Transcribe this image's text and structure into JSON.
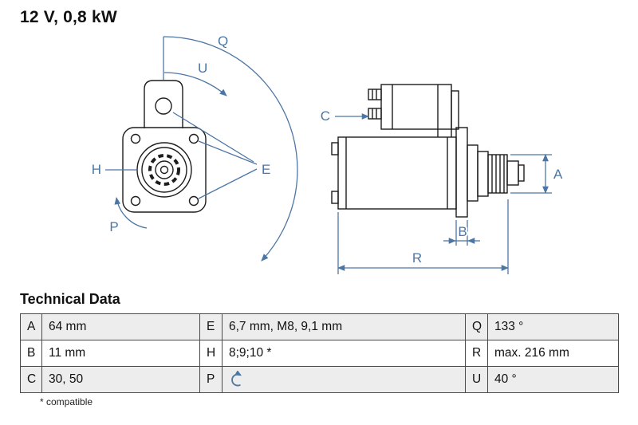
{
  "title": "12 V, 0,8 kW",
  "colors": {
    "annotation_blue": "#4d76a4",
    "drawing_black": "#1d1d1d",
    "table_row_alt": "#ededed",
    "table_border": "#4a4a4a"
  },
  "drawing": {
    "labels": {
      "q": "Q",
      "u": "U",
      "e": "E",
      "h": "H",
      "p": "P",
      "c": "C",
      "a": "A",
      "b": "B",
      "r": "R"
    }
  },
  "table": {
    "heading": "Technical Data",
    "rows": [
      {
        "l1": "A",
        "v1": "64 mm",
        "l2": "E",
        "v2": "6,7 mm, M8, 9,1 mm",
        "l3": "Q",
        "v3": "133 °"
      },
      {
        "l1": "B",
        "v1": "11 mm",
        "l2": "H",
        "v2": "8;9;10 *",
        "l3": "R",
        "v3": "max. 216 mm"
      },
      {
        "l1": "C",
        "v1": "30, 50",
        "l2": "P",
        "v2": "",
        "l3": "U",
        "v3": "40 °"
      }
    ],
    "footnote": "* compatible"
  },
  "icons": {
    "p_value": "clockwise-rotation-icon"
  }
}
